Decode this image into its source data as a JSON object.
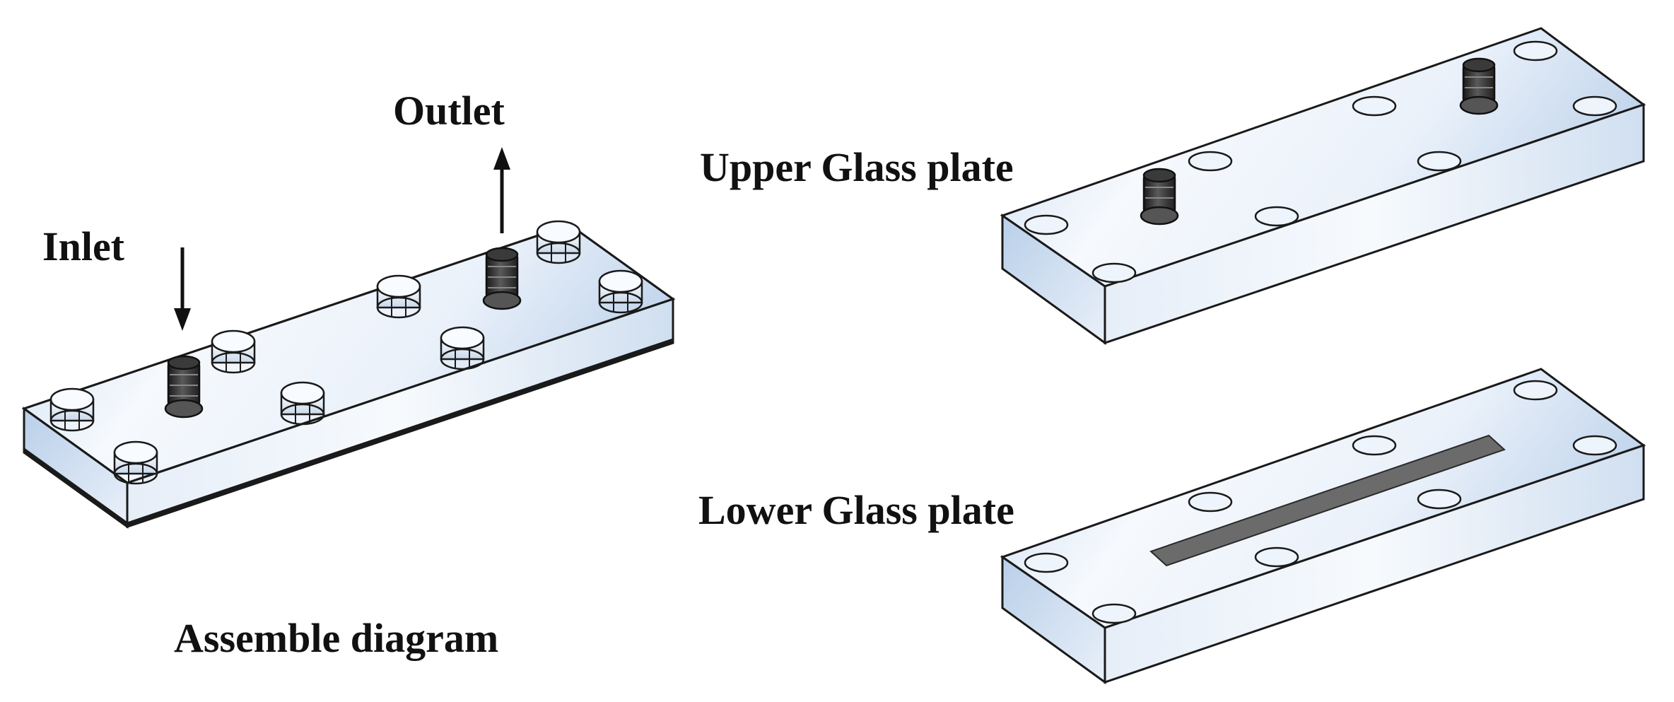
{
  "figure": {
    "labels": {
      "outlet": "Outlet",
      "inlet": "Inlet",
      "upper_plate": "Upper Glass plate",
      "lower_plate": "Lower Glass plate",
      "assembly": "Assemble diagram"
    },
    "colors": {
      "glass_top": "#eef3fb",
      "glass_shade": "#c5d7ee",
      "outline": "#1a1a1a",
      "fitting": "#2b2b2b",
      "channel": "#6b6b6b"
    },
    "parts": [
      "assembled-device",
      "upper-glass-plate",
      "lower-glass-plate"
    ]
  }
}
